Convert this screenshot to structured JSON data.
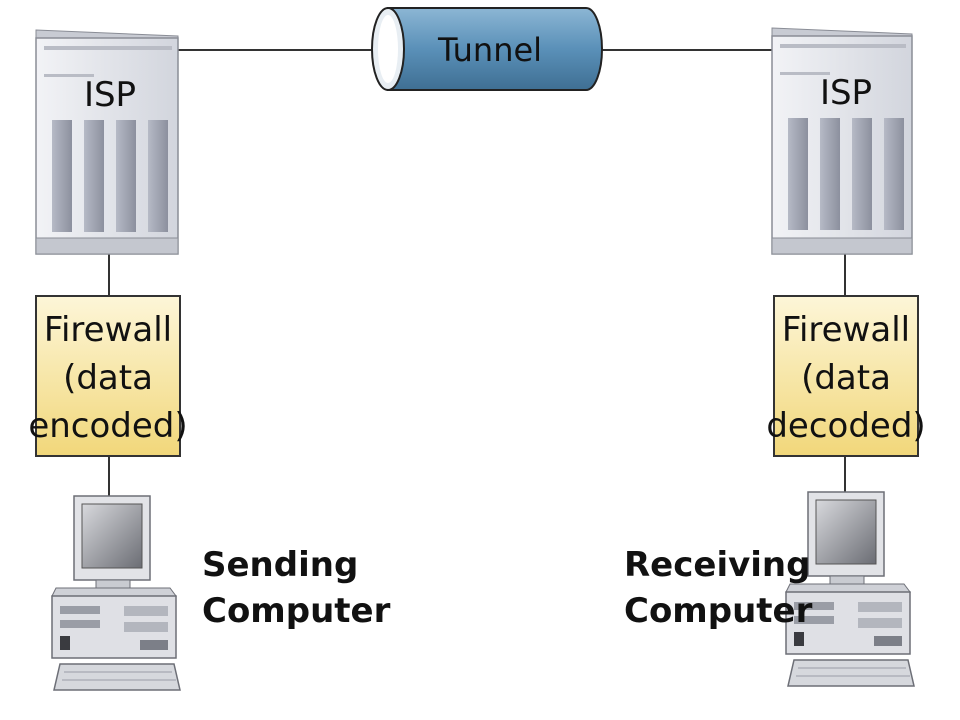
{
  "tunnel": {
    "label": "Tunnel"
  },
  "left": {
    "isp_label": "ISP",
    "firewall_lines": [
      "Firewall",
      "(data",
      "encoded)"
    ],
    "computer_lines": [
      "Sending",
      "Computer"
    ]
  },
  "right": {
    "isp_label": "ISP",
    "firewall_lines": [
      "Firewall",
      "(data",
      "decoded)"
    ],
    "computer_lines": [
      "Receiving",
      "Computer"
    ]
  },
  "colors": {
    "firewall_top": "#fdf6d8",
    "firewall_bottom": "#f1d77a",
    "tunnel_body": "#5a90b8",
    "server_body": "#e4e6ec",
    "connector": "#333333"
  },
  "icons": {
    "server": "isp-server-icon",
    "computer": "desktop-computer-icon",
    "tunnel": "tunnel-pipe-icon"
  }
}
